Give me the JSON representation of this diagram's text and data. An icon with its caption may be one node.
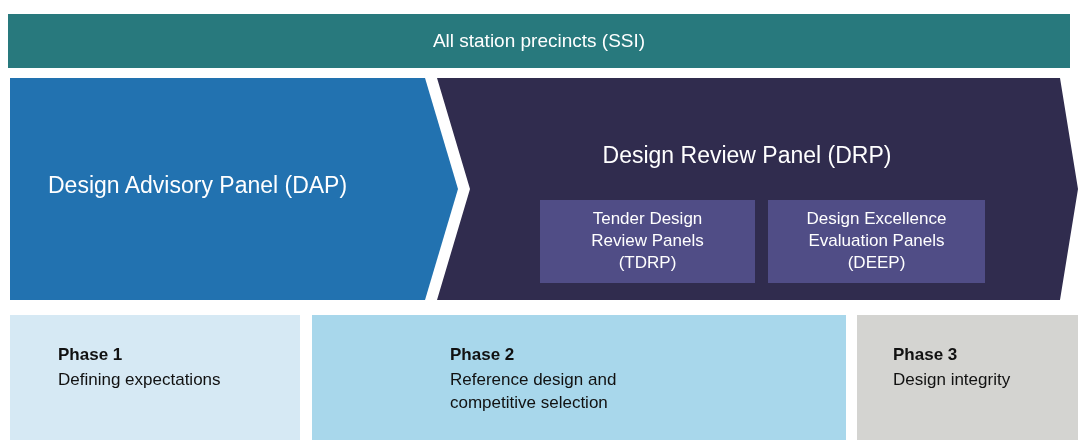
{
  "diagram": {
    "nodes": [
      {
        "text": [
          "All station precincts (SSI)"
        ]
      },
      {
        "text": [
          "Design Advisory Panel (DAP)"
        ]
      },
      {
        "text": [
          "Design Review Panel (DRP)"
        ]
      },
      {
        "text": [
          "Tender Design Review Panels (TDRP)"
        ],
        "in": 2
      },
      {
        "text": [
          "Design Excellence Evaluation Panels (DEEP)"
        ],
        "in": 2
      },
      {
        "text": [
          "Phase 1",
          "Defining expectations"
        ]
      },
      {
        "text": [
          "Phase 2",
          "Reference design and competitive selection"
        ]
      },
      {
        "text": [
          "Phase 3",
          "Design integrity"
        ]
      }
    ]
  }
}
